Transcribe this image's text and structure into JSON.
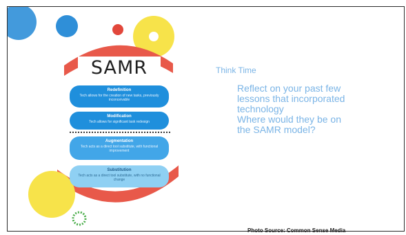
{
  "slide": {
    "samr_title": "SAMR",
    "levels": [
      {
        "name": "Redefinition",
        "desc": "Tech allows for the creation of new tasks, previously inconceivable"
      },
      {
        "name": "Modification",
        "desc": "Tech allows for significant task redesign"
      },
      {
        "name": "Augmentation",
        "desc": "Tech acts as a direct tool substitute, with functional improvement"
      },
      {
        "name": "Substitution",
        "desc": "Tech acts as a direct tool substitute, with no functional change"
      }
    ],
    "think_title": "Think Time",
    "body_lines": [
      "Reflect on your past few",
      "lessons that incorporated",
      "technology",
      "Where would they be on",
      "the SAMR model?"
    ],
    "photo_source": "Photo Source: Common Sense Media",
    "colors": {
      "text_blue": "#7ab4e6",
      "pill_dark": "#1f8fdc",
      "pill_light": "#8fd0f3",
      "arc_red": "#e8594a",
      "yellow": "#f7e34a"
    }
  }
}
